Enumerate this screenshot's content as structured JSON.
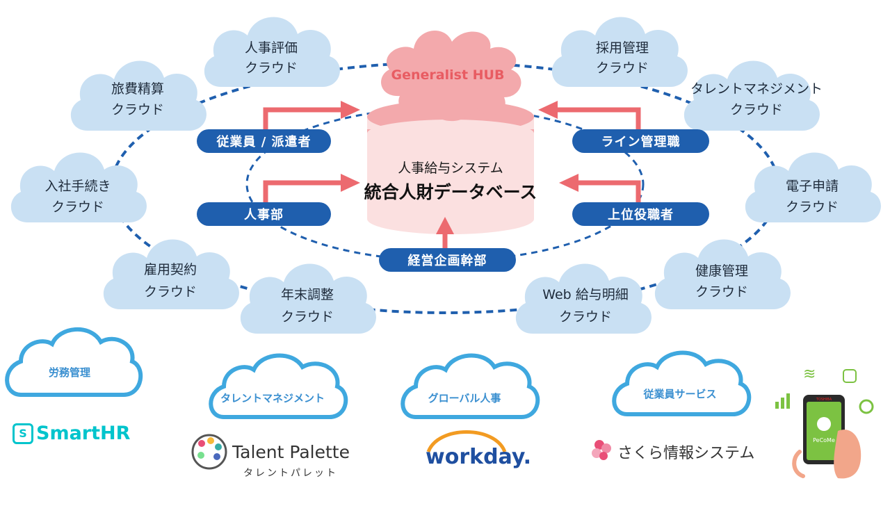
{
  "center": {
    "hub_label": "Generalist HUB",
    "subtitle": "人事給与システム",
    "title": "統合人財データベース"
  },
  "roles": {
    "employee": "従業員 / 派遣者",
    "hr": "人事部",
    "line_manager": "ライン管理職",
    "senior": "上位役職者",
    "exec": "経営企画幹部"
  },
  "clouds": {
    "eval": [
      "人事評価",
      "クラウド"
    ],
    "travel": [
      "旅費精算",
      "クラウド"
    ],
    "onboard": [
      "入社手続き",
      "クラウド"
    ],
    "contract": [
      "雇用契約",
      "クラウド"
    ],
    "yearend": [
      "年末調整",
      "クラウド"
    ],
    "payslip": [
      "Web 給与明細",
      "クラウド"
    ],
    "health": [
      "健康管理",
      "クラウド"
    ],
    "esign": [
      "電子申請",
      "クラウド"
    ],
    "talent": [
      "タレントマネジメント",
      "クラウド"
    ],
    "recruit": [
      "採用管理",
      "クラウド"
    ]
  },
  "categories": {
    "labor": "労務管理",
    "talent": "タレントマネジメント",
    "global": "グローバル人事",
    "service": "従業員サービス"
  },
  "logos": {
    "smarthr": "SmartHR",
    "talentpalette": "Talent Palette",
    "talentpalette_kana": "タレントパレット",
    "workday": "workday.",
    "sakura": "さくら情報システム",
    "pecome": "PeCoMe",
    "toshiba": "TOSHIBA"
  },
  "colors": {
    "cloud_fill": "#c9e0f3",
    "ring_dash": "#1f5fae",
    "pill": "#1f5fae",
    "arrow": "#ec6a6f",
    "hub": "#f3a9ac",
    "category_cloud": "#3fa8df",
    "smarthr": "#00c4cc",
    "workday_blue": "#1f4fa0",
    "workday_orange": "#f29b22",
    "pecome_green": "#7cc242"
  }
}
